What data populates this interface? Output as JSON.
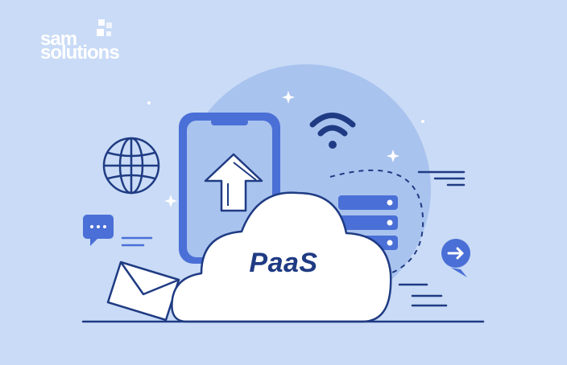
{
  "logo": {
    "line1": "sam",
    "line2": "solutions"
  },
  "illustration": {
    "main_label": "PaaS",
    "icons": [
      "globe-icon",
      "smartphone-icon",
      "upload-arrow-icon",
      "wifi-icon",
      "server-stack-icon",
      "chat-bubble-icon",
      "envelope-icon",
      "arrow-right-circle-icon",
      "cloud-icon",
      "sparkle-icon"
    ]
  },
  "colors": {
    "background": "#c9dbf6",
    "circle": "#a9c3ef",
    "accent": "#4a6fd6",
    "navy": "#1f3b83",
    "white": "#ffffff"
  }
}
